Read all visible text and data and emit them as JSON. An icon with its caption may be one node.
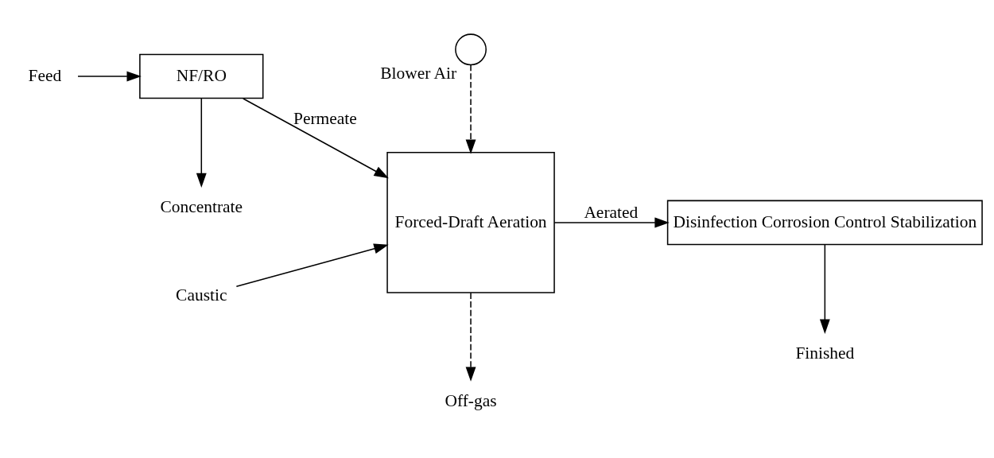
{
  "diagram": {
    "nodes": [
      {
        "text": [
          "Feed"
        ]
      },
      {
        "text": [
          "NF/RO"
        ]
      },
      {
        "text": [
          "Concentrate"
        ]
      },
      {
        "text": [
          "Caustic"
        ]
      },
      {
        "text": [
          "Off-gas"
        ]
      },
      {
        "text": [
          "Forced-Draft Aeration"
        ]
      },
      {
        "text": [],
        "shape": "circle",
        "beside": [
          "Blower Air"
        ]
      },
      {
        "text": [
          "Finished"
        ]
      },
      {
        "text": [
          "Disinfection Corrosion Control Stabilization"
        ]
      }
    ],
    "edges": [
      {
        "from": 0,
        "to": 1,
        "arrow": "to"
      },
      {
        "from": 1,
        "to": 2,
        "arrow": "to"
      },
      {
        "from": 1,
        "to": 5,
        "arrow": "to",
        "label": "Permeate"
      },
      {
        "from": 3,
        "to": 5,
        "arrow": "to"
      },
      {
        "from": 5,
        "to": 4,
        "arrow": "to",
        "style": "dashed"
      },
      {
        "from": 6,
        "to": 5,
        "arrow": "to",
        "style": "dashed"
      },
      {
        "from": 5,
        "to": 8,
        "arrow": "to",
        "label": "Aerated"
      },
      {
        "from": 8,
        "to": 7,
        "arrow": "to"
      }
    ]
  }
}
